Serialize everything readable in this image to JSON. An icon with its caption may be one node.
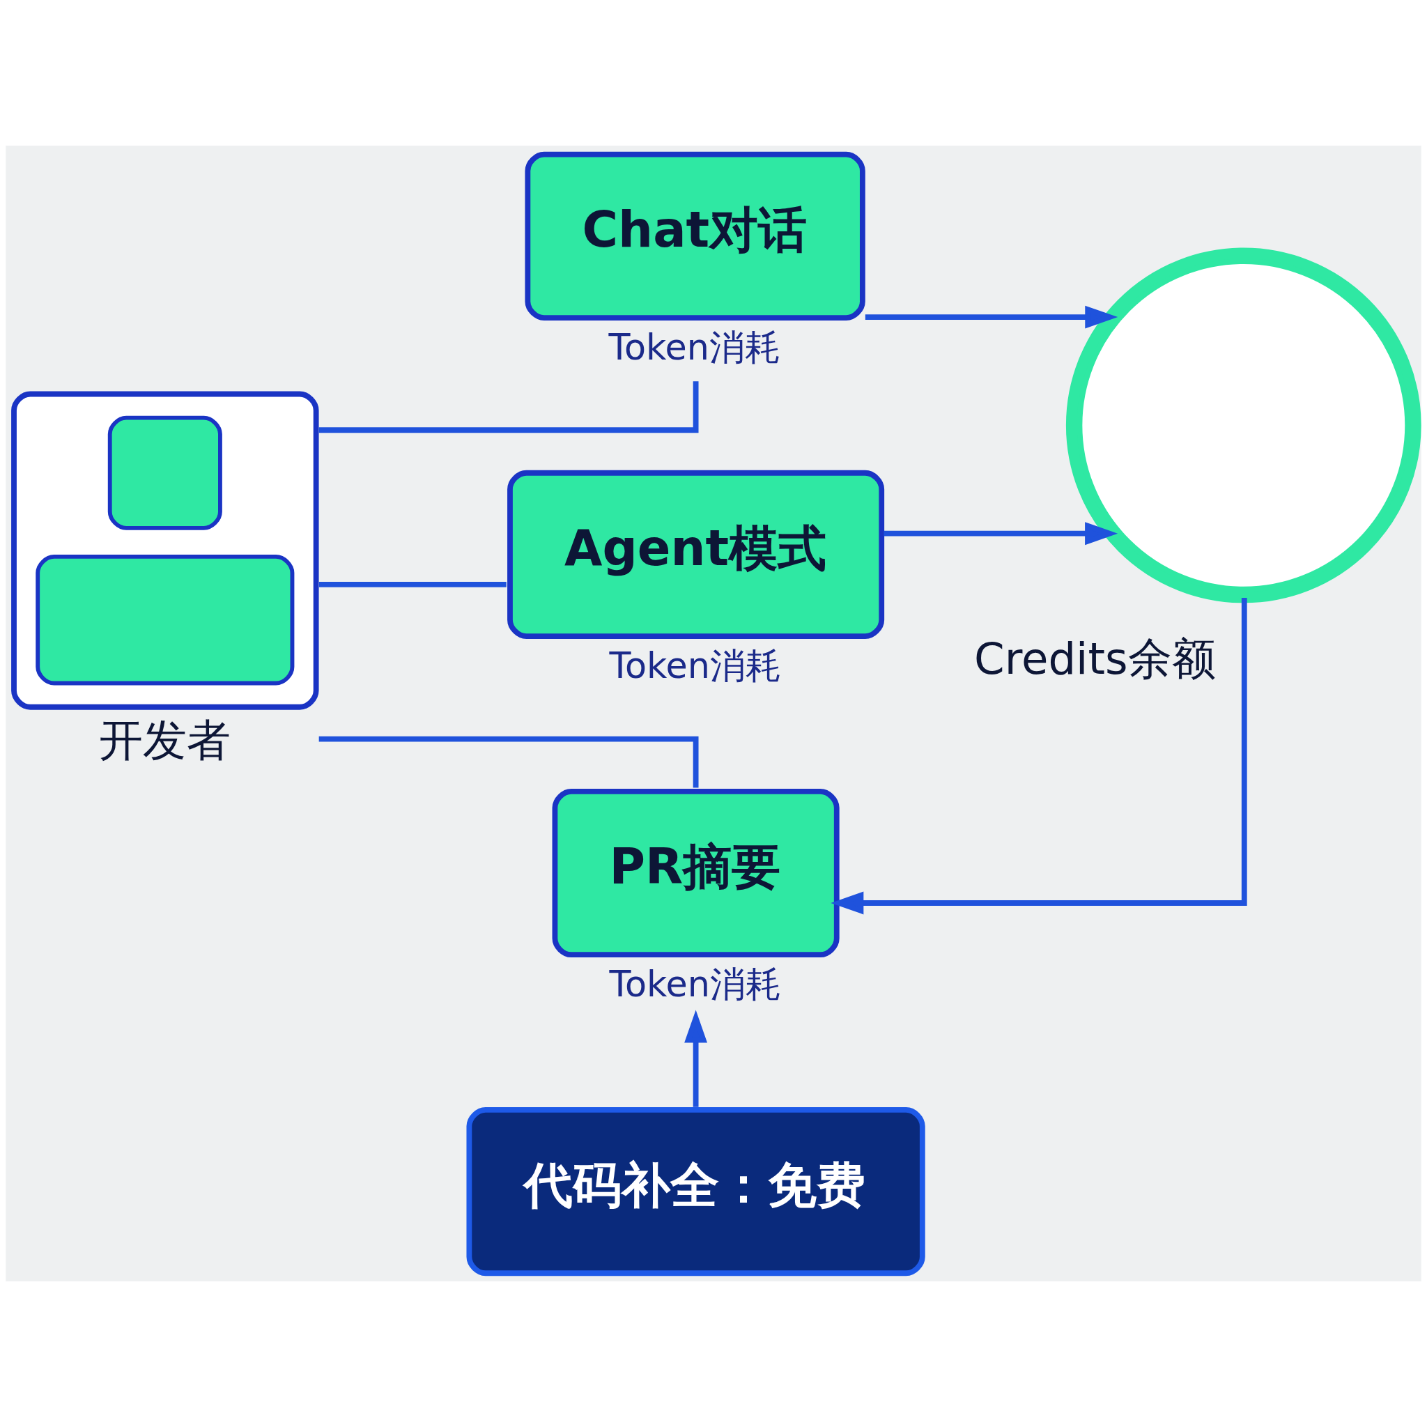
{
  "diagram": {
    "nodes": [
      {
        "text": [],
        "shape": "person",
        "beside": [
          "开发者"
        ]
      },
      {
        "text": [
          "Chat对话"
        ],
        "beside": [
          "Token消耗"
        ]
      },
      {
        "text": [
          "Agent模式"
        ],
        "beside": [
          "Token消耗"
        ]
      },
      {
        "text": [
          "PR摘要"
        ],
        "beside": [
          "Token消耗"
        ]
      },
      {
        "text": [],
        "shape": "circle",
        "beside": [
          "Credits余额"
        ]
      },
      {
        "text": [
          "代码补全：免费"
        ]
      }
    ],
    "edges": [
      {
        "from": 0,
        "to": 1,
        "arrow": "none"
      },
      {
        "from": 0,
        "to": 2,
        "arrow": "none"
      },
      {
        "from": 0,
        "to": 3,
        "arrow": "none"
      },
      {
        "from": 1,
        "to": 4,
        "arrow": "to"
      },
      {
        "from": 2,
        "to": 4,
        "arrow": "to"
      },
      {
        "from": 4,
        "to": 3,
        "arrow": "to"
      },
      {
        "from": 5,
        "to": 3,
        "arrow": "to"
      }
    ]
  }
}
